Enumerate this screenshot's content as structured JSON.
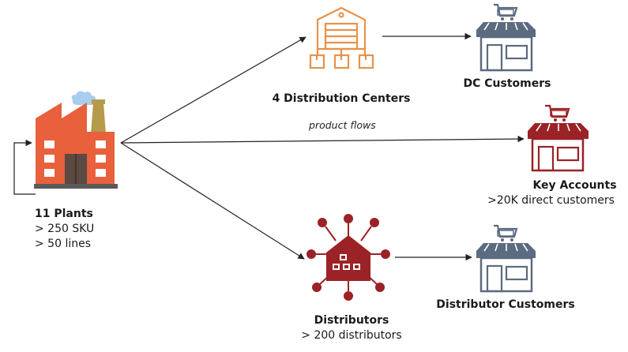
{
  "nodes": {
    "plants": {
      "title": "11 Plants",
      "line1": "> 250 SKU",
      "line2": "> 50 lines"
    },
    "dc": {
      "title": "4 Distribution Centers"
    },
    "dc_customers": {
      "title": "DC Customers"
    },
    "key_accounts": {
      "title": "Key Accounts",
      "line1": ">20K direct customers"
    },
    "distributors": {
      "title": "Distributors",
      "line1": "> 200 distributors"
    },
    "distributor_customers": {
      "title": "Distributor Customers"
    }
  },
  "edge_label": "product flows",
  "colors": {
    "factory": "#e8603c",
    "warehouse": "#e8914a",
    "store_gray": "#5b6b80",
    "store_red": "#9b2226",
    "distributor": "#9b2226",
    "smoke": "#a8cdee",
    "chimney": "#b59b4a"
  },
  "icons": [
    "factory-icon",
    "warehouse-icon",
    "store-icon",
    "distributor-hub-icon"
  ]
}
